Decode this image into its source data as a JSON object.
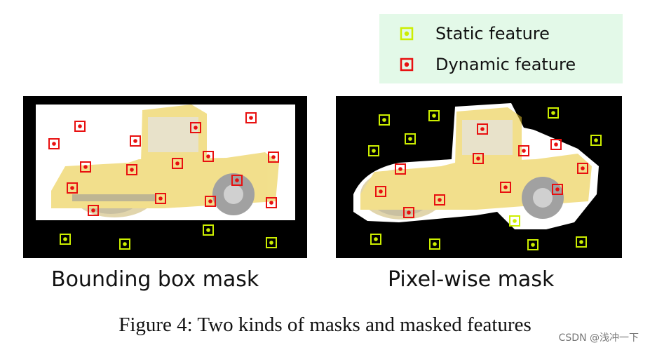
{
  "legend": {
    "static_label": "Static feature",
    "dynamic_label": "Dynamic feature",
    "static_color": "#ccee00",
    "dynamic_color": "#e81010"
  },
  "panels": {
    "left_caption": "Bounding box mask",
    "right_caption": "Pixel-wise mask"
  },
  "figure_caption": "Figure 4: Two kinds of masks and masked features",
  "watermark": "CSDN @浅冲一下",
  "colors": {
    "background_mask": "#000000",
    "roller_yellow": "#e8c630"
  }
}
